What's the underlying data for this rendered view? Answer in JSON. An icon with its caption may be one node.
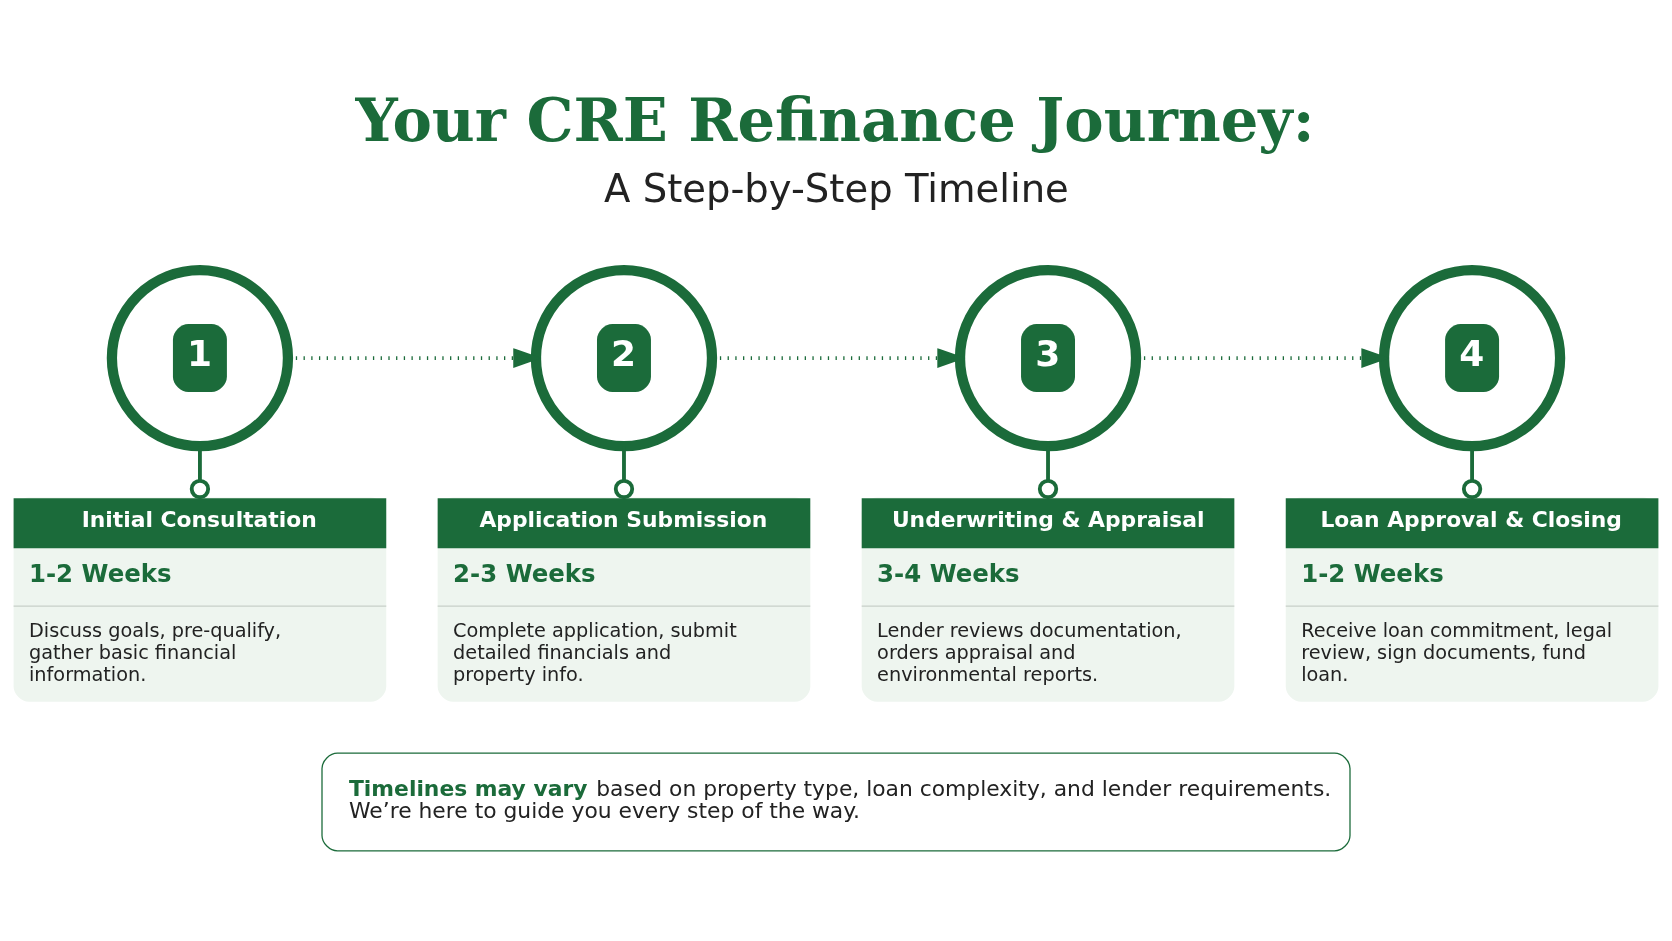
{
  "diagram": {
    "title": "Your CRE Refinance Journey:",
    "nodes": [
      {
        "text": [
          "1"
        ]
      },
      {
        "text": [
          "2"
        ]
      },
      {
        "text": [
          "3"
        ]
      },
      {
        "text": [
          "4"
        ]
      },
      {
        "text": [
          "Initial Consultation",
          "1-2 Weeks",
          "Discuss goals, pre-qualify, gather basic financial information."
        ]
      },
      {
        "text": [
          "Application Submission",
          "2-3 Weeks",
          "Complete application, submit detailed financials and property info."
        ]
      },
      {
        "text": [
          "Underwriting & Appraisal",
          "3-4 Weeks",
          "Lender reviews documentation, orders appraisal and environmental reports."
        ]
      },
      {
        "text": [
          "Loan Approval & Closing",
          "1-2 Weeks",
          "Receive loan commitment, legal review, sign documents, fund loan."
        ]
      },
      {
        "text": [
          "**Timelines may vary** based on property type, loan complexity, and lender requirements.",
          "We’re here to guide you every step of the way."
        ]
      }
    ],
    "edges": [
      {
        "from": 0,
        "to": 1,
        "arrow": "to",
        "style": "dashed"
      },
      {
        "from": 1,
        "to": 2,
        "arrow": "to",
        "style": "dashed"
      },
      {
        "from": 2,
        "to": 3,
        "arrow": "to",
        "style": "dashed"
      },
      {
        "from": 0,
        "to": 4,
        "arrow": "other"
      },
      {
        "from": 1,
        "to": 5,
        "arrow": "other"
      },
      {
        "from": 2,
        "to": 6,
        "arrow": "other"
      },
      {
        "from": 3,
        "to": 7,
        "arrow": "other"
      }
    ],
    "labels": [
      "A Step-by-Step Timeline"
    ]
  }
}
